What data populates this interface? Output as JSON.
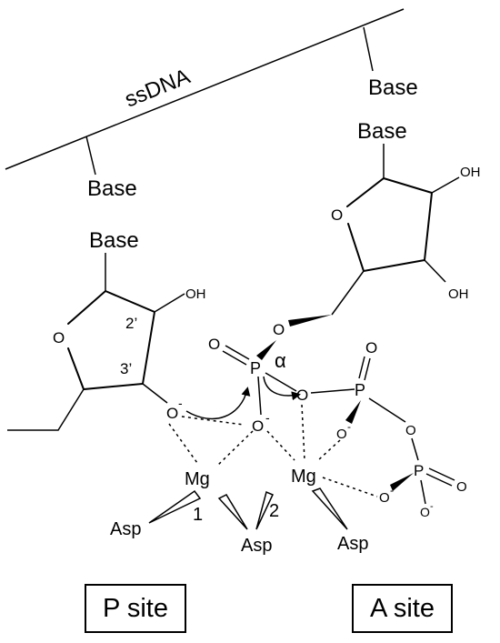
{
  "strand": {
    "label": "ssDNA",
    "base_left": "Base",
    "base_right": "Base"
  },
  "primer_nucleotide": {
    "base": "Base",
    "ring_oxygen": "O",
    "hydroxyl": "OH",
    "c2_label": "2’",
    "c3_label": "3’",
    "nucleophile_oxygen": "O",
    "charge": "-"
  },
  "incoming_dntp": {
    "base": "Base",
    "ring_oxygen": "O",
    "hydroxyl_upper": "OH",
    "hydroxyl_lower": "OH",
    "ester_oxygen": "O",
    "alpha_phosphorus": "P",
    "alpha_symbol": "α",
    "alpha_oxo": "O",
    "alpha_oxide": "O",
    "bridge_oxygen_1": "O",
    "beta_phosphorus": "P",
    "beta_oxo": "O",
    "beta_oxide": "O",
    "bridge_oxygen_2": "O",
    "gamma_phosphorus": "P",
    "gamma_oxo": "O",
    "gamma_oxide_1": "O",
    "gamma_oxide_2": "O",
    "charge": "-"
  },
  "metal_site": {
    "metal_a": "Mg",
    "metal_a_index": "1",
    "metal_b": "Mg",
    "metal_b_index": "2",
    "asp_left": "Asp",
    "asp_middle": "Asp",
    "asp_right": "Asp"
  },
  "sites": {
    "p_site": "P site",
    "a_site": "A site"
  }
}
